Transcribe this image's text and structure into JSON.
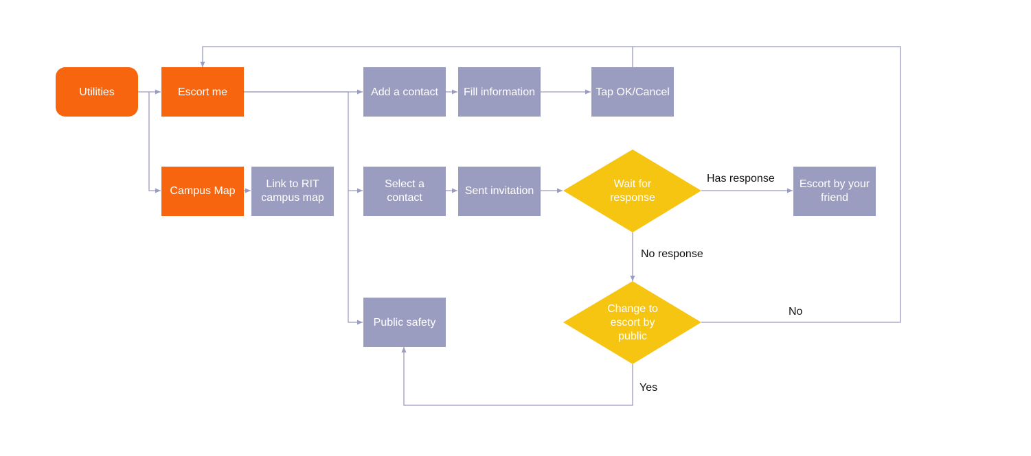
{
  "colors": {
    "primary": "#f7650f",
    "process": "#9a9cc0",
    "decision": "#f6c512",
    "connector": "#9a9cc0",
    "edge_text": "#111111",
    "node_text": "#ffffff"
  },
  "nodes": {
    "utilities": {
      "label": "Utilities"
    },
    "escort_me": {
      "label": "Escort me"
    },
    "campus_map": {
      "label": "Campus Map"
    },
    "link_rit_map": {
      "line1": "Link to RIT",
      "line2": "campus map"
    },
    "add_contact": {
      "label": "Add a contact"
    },
    "fill_information": {
      "label": "Fill information"
    },
    "tap_ok_cancel": {
      "label": "Tap OK/Cancel"
    },
    "select_contact": {
      "line1": "Select a",
      "line2": "contact"
    },
    "sent_invitation": {
      "label": "Sent invitation"
    },
    "wait_response": {
      "line1": "Wait for",
      "line2": "response"
    },
    "escort_by_friend": {
      "line1": "Escort by your",
      "line2": "friend"
    },
    "public_safety": {
      "label": "Public safety"
    },
    "change_escort": {
      "line1": "Change to",
      "line2": "escort by",
      "line3": "public"
    }
  },
  "edge_labels": {
    "has_response": "Has response",
    "no_response": "No response",
    "no": "No",
    "yes": "Yes"
  }
}
